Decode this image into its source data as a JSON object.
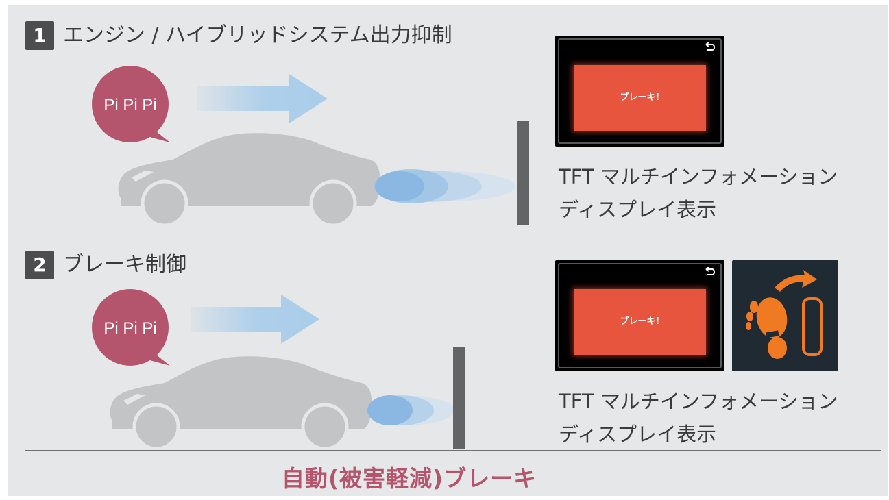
{
  "steps": [
    {
      "number": "1",
      "title": "エンジン / ハイブリッドシステム出力抑制",
      "bubble": "Pi Pi Pi",
      "screen_warning": "ブレーキ!",
      "caption_line1": "TFT マルチインフォメーション",
      "caption_line2": "ディスプレイ表示"
    },
    {
      "number": "2",
      "title": "ブレーキ制御",
      "bubble": "Pi Pi Pi",
      "screen_warning": "ブレーキ!",
      "caption_line1": "TFT マルチインフォメーション",
      "caption_line2": "ディスプレイ表示"
    }
  ],
  "footer_title": "自動(被害軽減)ブレーキ",
  "colors": {
    "panel_bg": "#e6e7e8",
    "bubble": "#b5556d",
    "arrow": "#a9cdea",
    "car": "#c3c4c6",
    "warning": "#e8553e",
    "pedal_icon": "#f07a22",
    "footer_text": "#b5556d"
  },
  "icons": [
    "speech-bubble",
    "forward-arrow",
    "car-silhouette",
    "radar-wave",
    "obstacle-pole",
    "back-icon",
    "foot-on-brake-icon"
  ]
}
